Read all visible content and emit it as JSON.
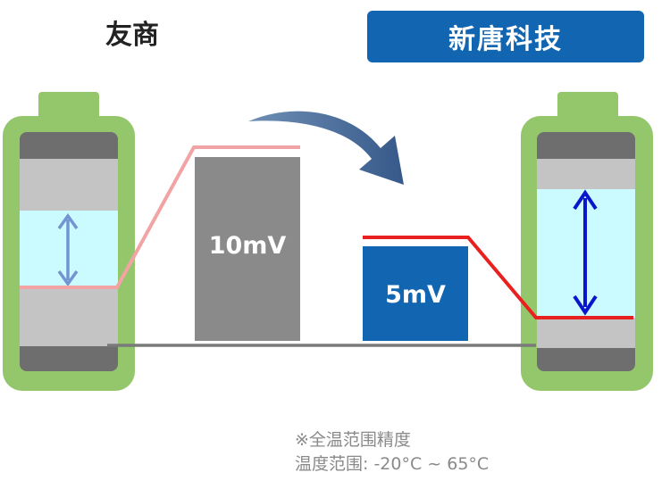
{
  "header": {
    "left_title": "友商",
    "right_title": "新唐科技"
  },
  "bars": {
    "competitor_label": "10mV",
    "nuvoton_label": "5mV"
  },
  "note": {
    "line1": "※全温范围精度",
    "line2": "温度范围: -20°C ~ 65°C"
  },
  "colors": {
    "battery_shell": "#94c66c",
    "battery_inner_dark": "#6e6e6e",
    "battery_band": "#c4c4c4",
    "battery_window": "#ccfbff",
    "competitor_line": "#f2a3a3",
    "competitor_arrow": "#7294d2",
    "competitor_bar": "#8a8a8a",
    "nuvoton_line": "#e82020",
    "nuvoton_arrow": "#0b16cc",
    "nuvoton_bar": "#1265b0",
    "brand_badge": "#1265b0",
    "baseline": "#7a7a7a",
    "curved_arrow": "#3f6796"
  }
}
